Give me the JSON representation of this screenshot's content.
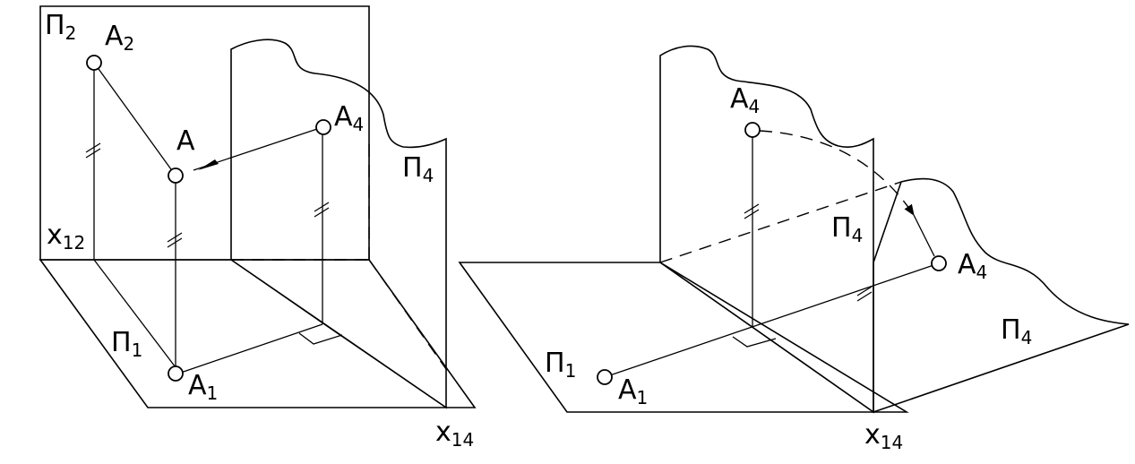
{
  "left_figure": {
    "plane_p2": {
      "letter": "Π",
      "sub": "2"
    },
    "point_a2": {
      "letter": "A",
      "sub": "2"
    },
    "point_a": {
      "letter": "A"
    },
    "point_a4": {
      "letter": "A",
      "sub": "4"
    },
    "plane_p4": {
      "letter": "Π",
      "sub": "4"
    },
    "axis_x12": {
      "letter": "x",
      "sub": "12"
    },
    "plane_p1": {
      "letter": "Π",
      "sub": "1"
    },
    "point_a1": {
      "letter": "A",
      "sub": "1"
    },
    "axis_x14": {
      "letter": "x",
      "sub": "14"
    }
  },
  "right_figure": {
    "point_a4_vertical": {
      "letter": "A",
      "sub": "4"
    },
    "plane_p4_vertical": {
      "letter": "Π",
      "sub": "4"
    },
    "point_a4_rotated": {
      "letter": "A",
      "sub": "4"
    },
    "plane_p4_rotated": {
      "letter": "Π",
      "sub": "4"
    },
    "plane_p1": {
      "letter": "Π",
      "sub": "1"
    },
    "point_a1": {
      "letter": "A",
      "sub": "1"
    },
    "axis_x14": {
      "letter": "x",
      "sub": "14"
    }
  },
  "colors": {
    "line": "#000000",
    "plane_light": "#f2f2f2",
    "plane_dark": "#6e6e6e",
    "background": "#ffffff"
  }
}
